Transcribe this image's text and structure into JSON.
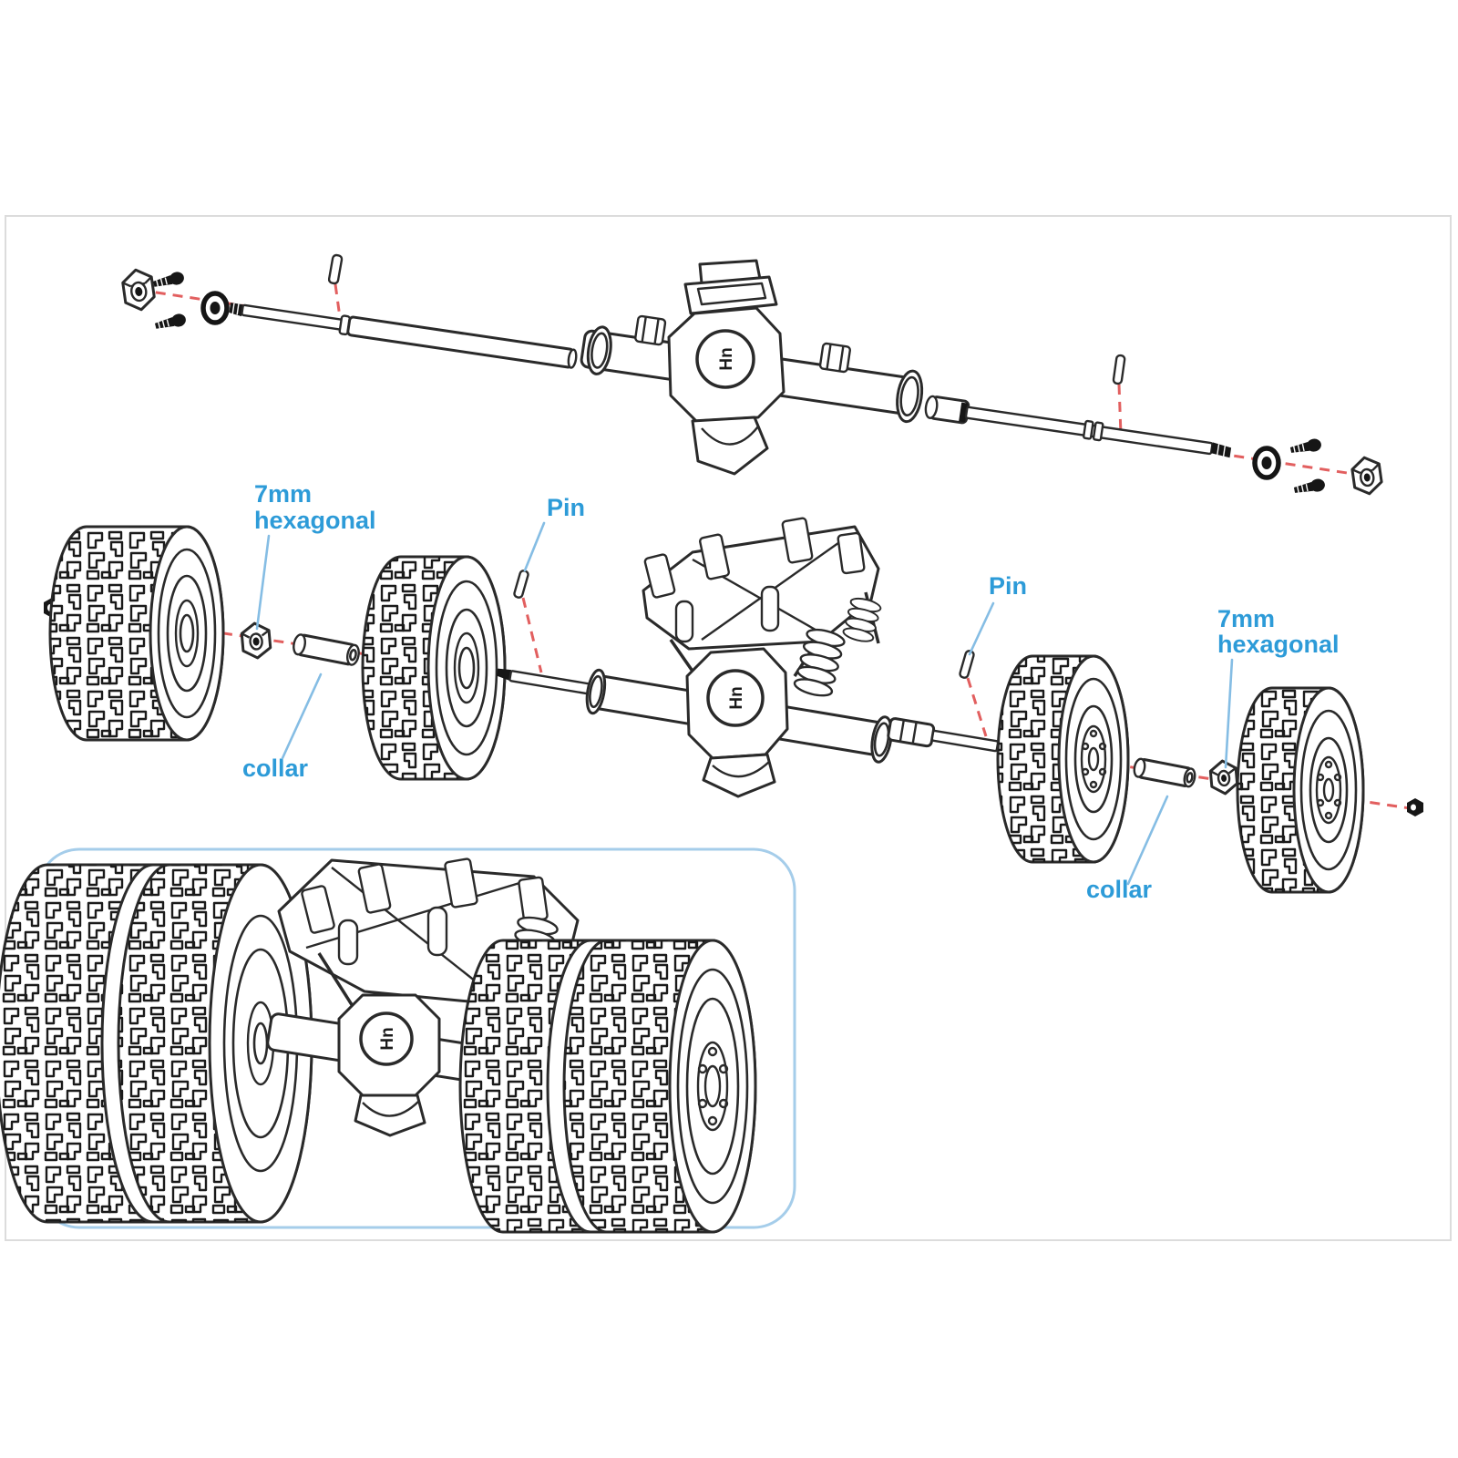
{
  "labels": {
    "hex_left": [
      "7mm",
      "hexagonal"
    ],
    "hex_right": [
      "7mm",
      "hexagonal"
    ],
    "pin_left": "Pin",
    "pin_right": "Pin",
    "collar_left": "collar",
    "collar_right": "collar"
  },
  "logo": "Hn",
  "colors": {
    "label_blue": "#2d9bd8",
    "leader_blue": "#85bde4",
    "centerline_red": "#e25f5f",
    "inset_border_blue": "#a5cdea",
    "frame_border": "#dcdcdc",
    "line_dark": "#2a2a2a"
  }
}
